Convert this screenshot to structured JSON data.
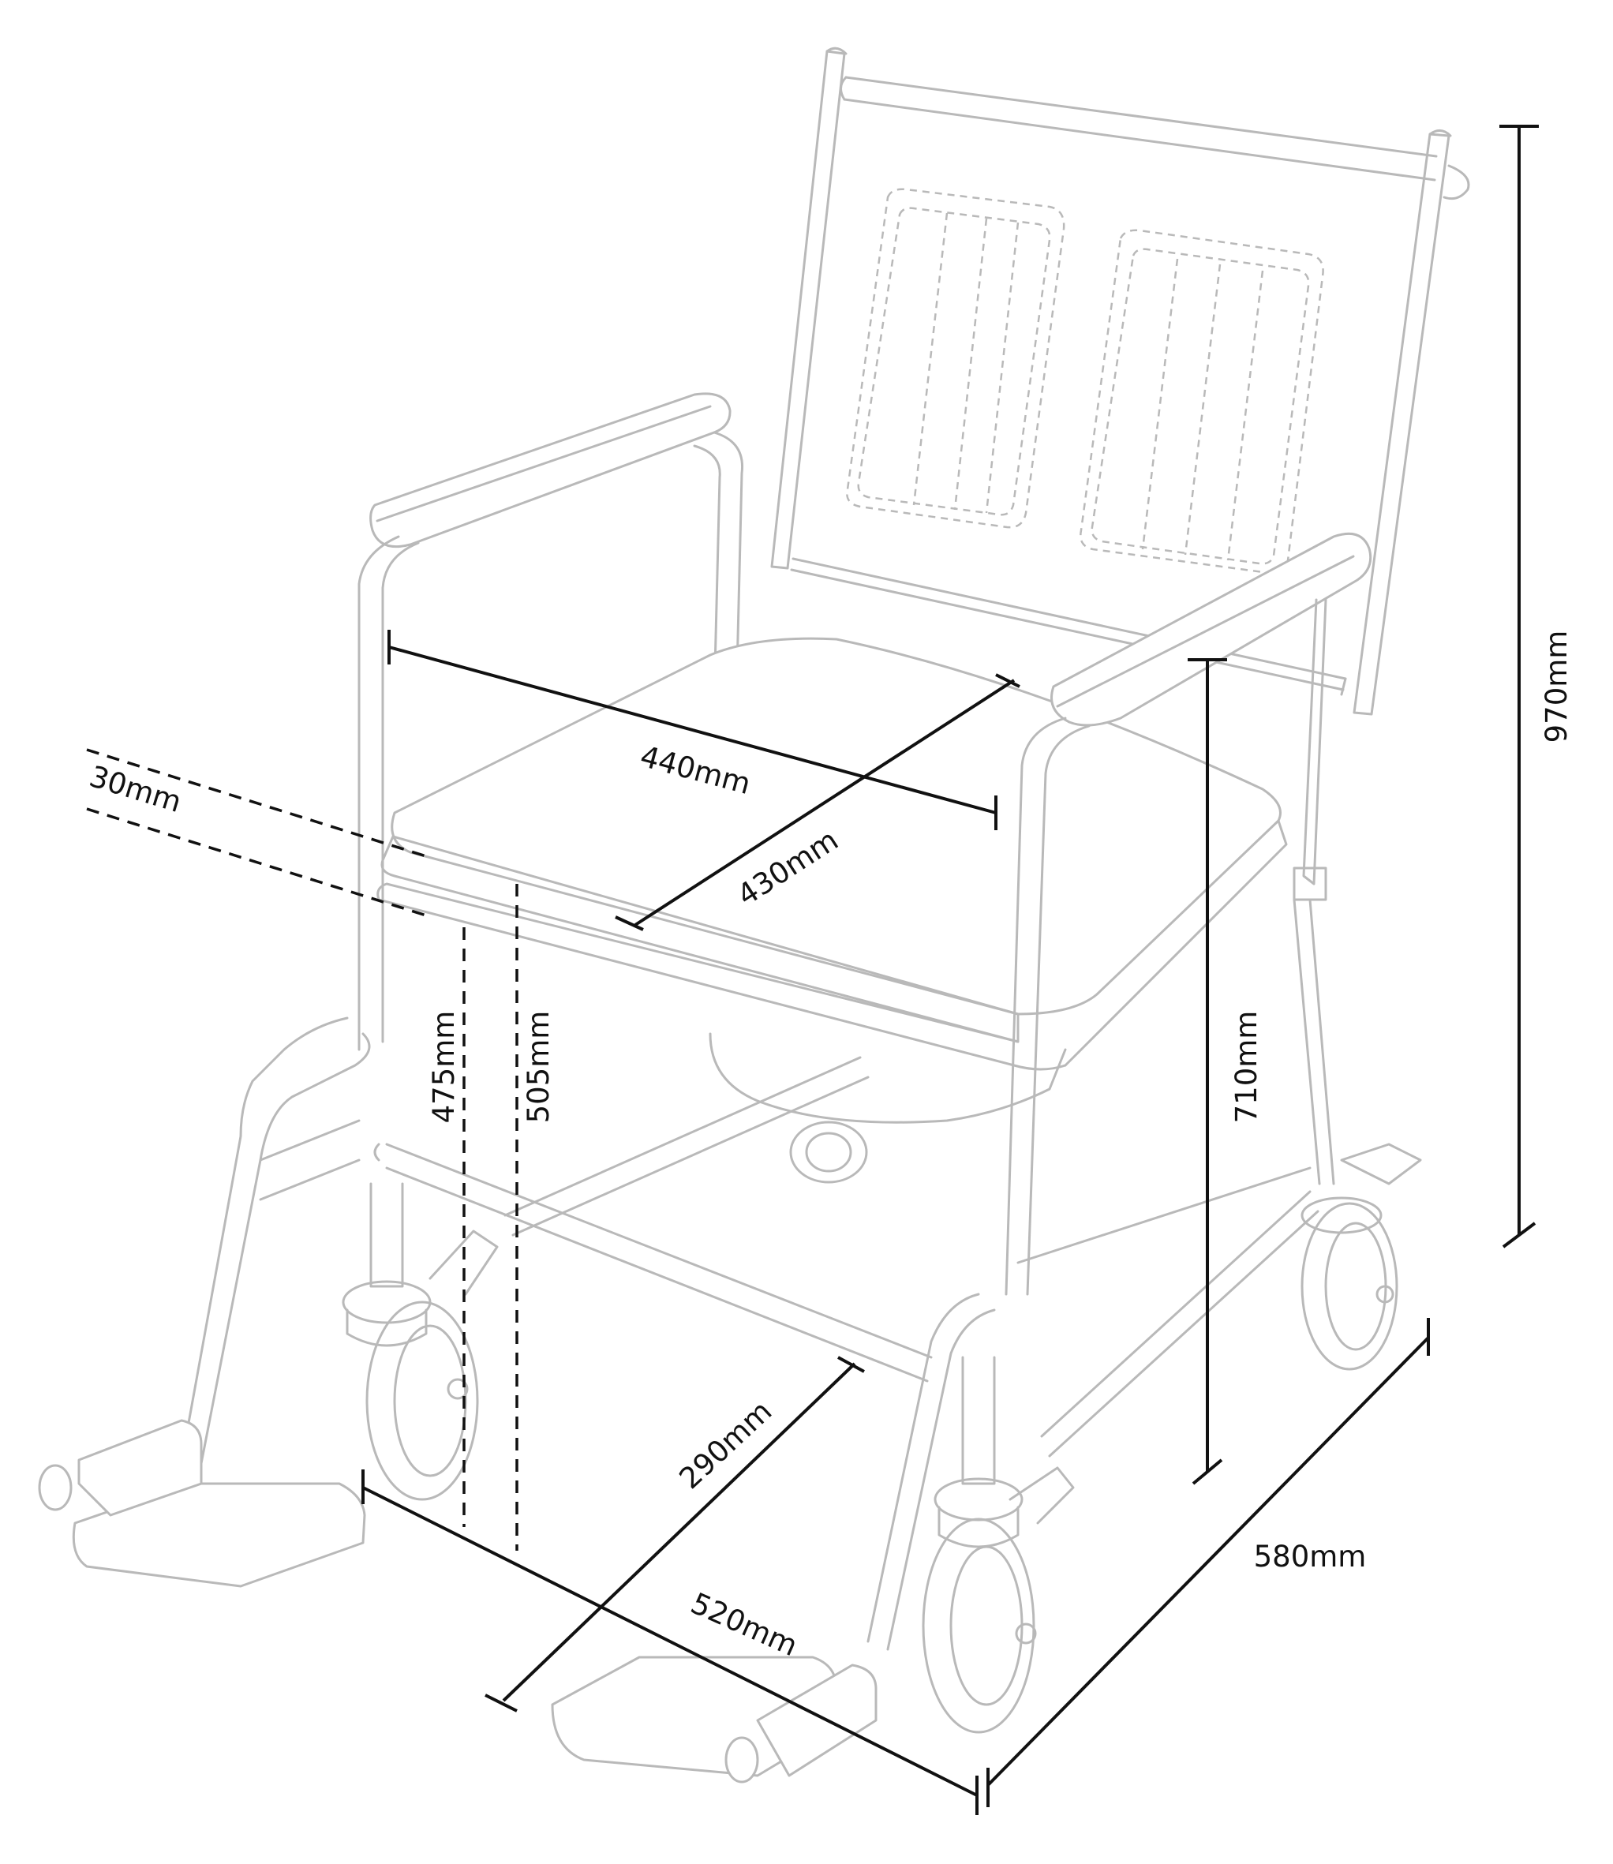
{
  "dimensions": {
    "back_height": "970mm",
    "seat_width": "440mm",
    "seat_depth": "430mm",
    "cushion_thickness": "30mm",
    "seat_height_low": "475mm",
    "seat_height_high": "505mm",
    "armrest_height": "710mm",
    "footrest_length": "290mm",
    "overall_width": "520mm",
    "overall_depth": "580mm"
  }
}
